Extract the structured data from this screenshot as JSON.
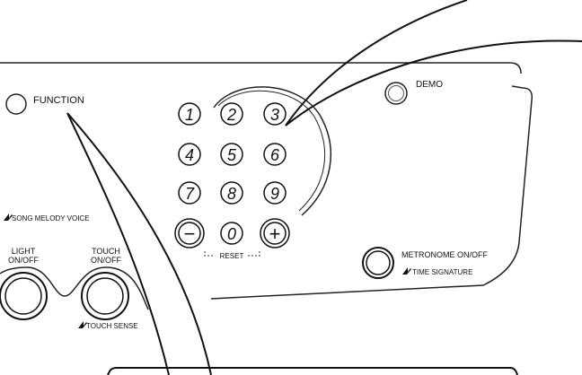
{
  "labels": {
    "function": "FUNCTION",
    "demo": "DEMO",
    "song_melody_voice": "SONG MELODY VOICE",
    "light_line1": "LIGHT",
    "light_line2": "ON/OFF",
    "touch_line1": "TOUCH",
    "touch_line2": "ON/OFF",
    "touch_sense": "TOUCH SENSE",
    "reset": "RESET",
    "metronome": "METRONOME ON/OFF",
    "time_signature": "TIME SIGNATURE"
  },
  "keypad": {
    "digits": [
      "1",
      "2",
      "3",
      "4",
      "5",
      "6",
      "7",
      "8",
      "9",
      "0"
    ],
    "minus": "−",
    "plus": "+"
  },
  "icons": {
    "shift": "music-note-shift-icon"
  }
}
